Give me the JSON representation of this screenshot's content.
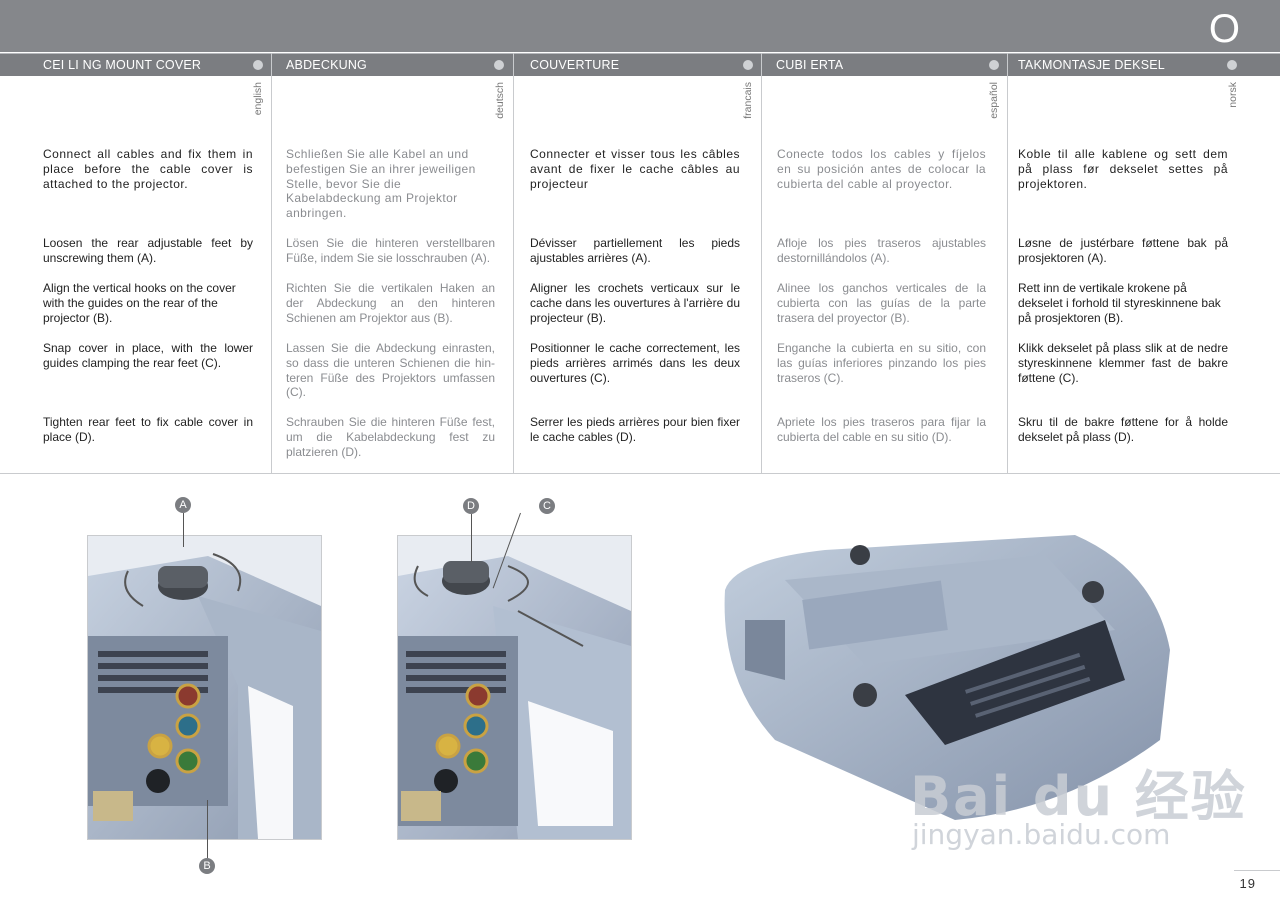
{
  "header": {
    "section_letter": "O"
  },
  "columns": [
    {
      "title": "CEI LI NG MOUNT COVER",
      "language": "english",
      "intro": "Connect all cables and fix them in place before the cable cover is attached to the projector.",
      "steps": [
        "Loosen the rear adjustable feet by unscrewing them (A).",
        "Align the vertical hooks on the cover with the guides on the rear of the projector (B).",
        "Snap cover in place, with the lower guides clamping the rear feet (C).",
        "Tighten rear feet to fix cable cover in place (D)."
      ]
    },
    {
      "title": "ABDECKUNG",
      "language": "deutsch",
      "intro": "Schließen Sie alle Kabel an und befestigen Sie an ihrer jeweiligen Stelle, bevor Sie die Kabelabdeckung am Projektor anbringen.",
      "steps": [
        "Lösen Sie die hinteren verstellbaren Füße, indem Sie sie losschrauben (A).",
        "Richten Sie die vertikalen Haken an der Abdeckung an den hinteren Schienen am Projektor aus (B).",
        "Lassen Sie die Abdeckung einrasten, so dass die unteren Schienen die hin-teren Füße des Projektors umfassen (C).",
        "Schrauben Sie die hinteren Füße fest, um die Kabelabdeckung fest zu platzieren (D)."
      ]
    },
    {
      "title": "COUVERTURE",
      "language": "francais",
      "intro": "Connecter et visser tous les câbles avant de fixer le cache câbles au projecteur",
      "steps": [
        "Dévisser partiellement les pieds ajustables arrières (A).",
        "Aligner les crochets verticaux sur le cache dans les ouvertures à l'arrière du projecteur (B).",
        "Positionner le cache correctement, les pieds arrières arrimés dans les deux ouvertures (C).",
        "Serrer les pieds arrières pour bien fixer le cache cables (D)."
      ]
    },
    {
      "title": "CUBI ERTA",
      "language": "español",
      "intro": "Conecte todos los cables y fíjelos en su posición antes de colocar la cubierta del cable al proyector.",
      "steps": [
        "Afloje los pies traseros ajustables destornillándolos (A).",
        "Alinee los ganchos verticales de la cubierta con las guías de la parte trasera del proyector (B).",
        "Enganche la cubierta en su sitio, con las guías inferiores pinzando los pies traseros (C).",
        "Apriete los pies traseros para fijar la cubierta del cable en su sitio (D)."
      ]
    },
    {
      "title": "TAKMONTASJE DEKSEL",
      "language": "norsk",
      "intro": "Koble til alle kablene og sett dem på plass før dekselet settes på projektoren.",
      "steps": [
        "Løsne de justérbare føttene bak på prosjektoren (A).",
        "Rett inn de vertikale krokene på dekselet i forhold til styreskinnene bak på prosjektoren (B).",
        "Klikk dekselet på plass slik at de nedre styreskinnene klemmer fast de bakre føttene (C).",
        "Skru til de bakre føttene for å holde dekselet på plass (D)."
      ]
    }
  ],
  "markers": {
    "a": "A",
    "b": "B",
    "c": "C",
    "d": "D"
  },
  "watermark": {
    "brand": "Bai du 经验",
    "url": "jingyan.baidu.com"
  },
  "page_number": "19",
  "colors": {
    "top_bar": "#85878b",
    "header_bar": "#7b7d81",
    "page_bg": "#ffffff"
  }
}
